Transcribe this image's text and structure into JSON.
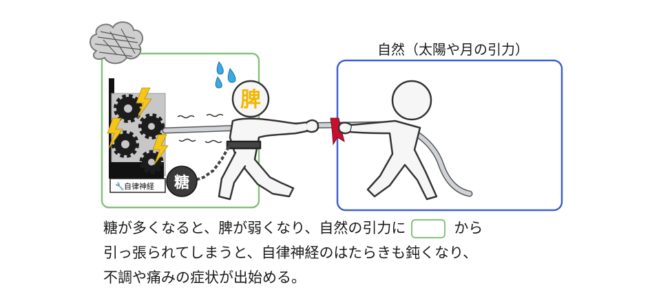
{
  "labels": {
    "nature_title": "自然（太陽や月の引力）",
    "spleen": "脾",
    "sugar": "糖",
    "autonomic_panel": "自律神経"
  },
  "caption": {
    "line1_before": "糖が多くなると、脾が弱くなり、自然の引力に",
    "line1_after": "から",
    "line2": "引っ張られてしまうと、自律神経のはたらきも鈍くなり、",
    "line3": "不調や痛みの症状が出始める。"
  },
  "colors": {
    "left_box_border": "#86c27a",
    "right_box_border": "#3d5fd0",
    "blank_border": "#7fc47a",
    "spleen_text": "#f2b705",
    "lightning": "#f5c518",
    "ribbon": "#c8102e",
    "sweat": "#3aa9e6"
  },
  "icons": [
    "storm-cloud-icon",
    "gear-icon",
    "lightning-icon",
    "sweat-drops-icon",
    "wrench-icon",
    "ball-and-chain-icon",
    "rope-knot-icon"
  ]
}
